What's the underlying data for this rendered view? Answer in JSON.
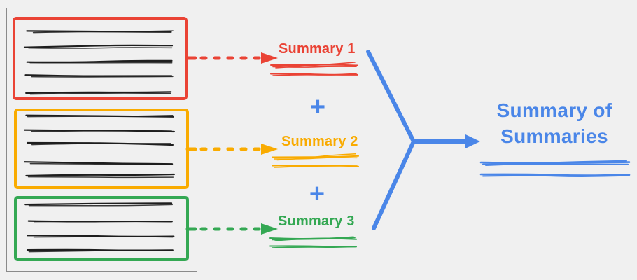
{
  "diagram": {
    "background": "#F0F0F0",
    "document": {
      "frame_color": "#8A8A8A",
      "text_line_color": "#1E1E1E",
      "sections": [
        {
          "name": "section-1",
          "color": "#EA4335",
          "line_count": 5
        },
        {
          "name": "section-2",
          "color": "#F9AB00",
          "line_count": 5
        },
        {
          "name": "section-3",
          "color": "#34A853",
          "line_count": 4
        }
      ]
    },
    "summaries": [
      {
        "label": "Summary 1",
        "color": "#EA4335"
      },
      {
        "label": "Summary 2",
        "color": "#F9AB00"
      },
      {
        "label": "Summary 3",
        "color": "#34A853"
      }
    ],
    "operators": {
      "plus": "+",
      "color": "#4A86E8"
    },
    "merge": {
      "color": "#4A86E8"
    },
    "result": {
      "line1": "Summary of",
      "line2": "Summaries",
      "color": "#4A86E8"
    }
  }
}
